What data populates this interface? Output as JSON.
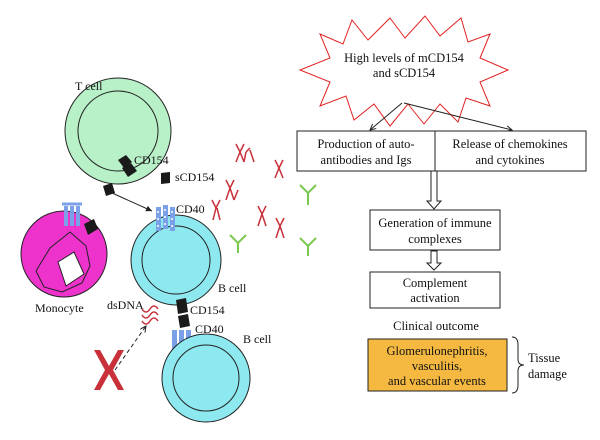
{
  "colors": {
    "t_cell": "#b8f0c8",
    "b_cell": "#8ee8f0",
    "monocyte": "#ee33cc",
    "highlight_box": "#f5b942",
    "antibody_red": "#c8303a",
    "antibody_green": "#7ac850",
    "receptor_blue": "#7aa0e8",
    "cd154_black": "#1a1a1a"
  },
  "labels": {
    "t_cell": "T cell",
    "cd154_top": "CD154",
    "scd154": "sCD154",
    "cd40_top": "CD40",
    "monocyte": "Monocyte",
    "b_cell_1": "B cell",
    "dsdna": "dsDNA",
    "cd154_mid": "CD154",
    "cd40_bottom": "CD40",
    "b_cell_2": "B cell"
  },
  "flow": {
    "star_line1": "High levels of mCD154",
    "star_line2": "and sCD154",
    "box1_line1": "Production of auto-",
    "box1_line2": "antibodies and Igs",
    "box2_line1": "Release of chemokines",
    "box2_line2": "and cytokines",
    "box3_line1": "Generation of immune",
    "box3_line2": "complexes",
    "box4_line1": "Complement",
    "box4_line2": "activation",
    "clinical": "Clinical outcome",
    "outcome_line1": "Glomerulonephritis,",
    "outcome_line2": "vasculitis,",
    "outcome_line3": "and vascular events",
    "tissue_line1": "Tissue",
    "tissue_line2": "damage"
  }
}
